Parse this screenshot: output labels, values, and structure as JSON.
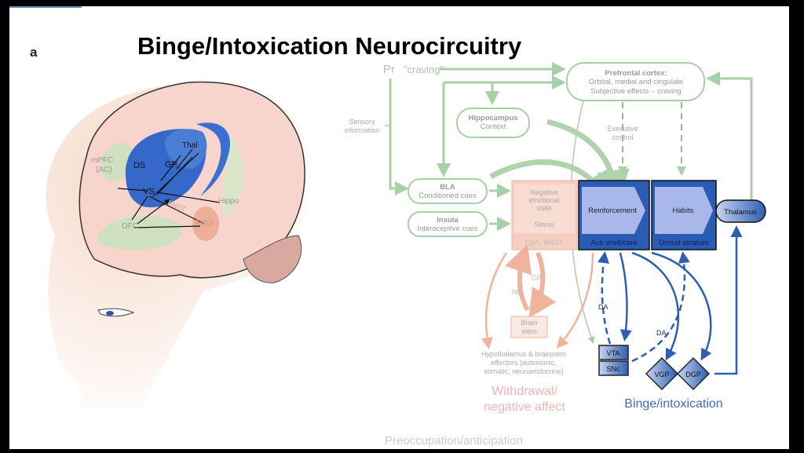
{
  "slide": {
    "title": "Binge/Intoxication  Neurocircuitry",
    "panel_letter": "a",
    "bottom_cutoff_text": "Preoccupation/anticipation",
    "behind_title_text": "Pr",
    "craving_label": "\"craving\""
  },
  "brain": {
    "labels": {
      "mpfc": "mPFC",
      "ac": "(AC)",
      "ds": "DS",
      "gp": "GP",
      "thal": "Thal",
      "vs": "VS",
      "hippo": "Hippo",
      "ofc": "OFC",
      "amg": "AMG",
      "bnst": "BNST"
    }
  },
  "circuit": {
    "pfc": {
      "title": "Prefrontal cortex:",
      "line2": "Orbital, medial and cingulate",
      "line3": "Subjective effects – craving"
    },
    "hippocampus": {
      "title": "Hippocampus",
      "sub": "Context"
    },
    "sensory": {
      "line1": "Sensory",
      "line2": "information"
    },
    "executive": {
      "line1": "Executive",
      "line2": "control"
    },
    "bla": {
      "title": "BLA",
      "sub": "Conditioned cues"
    },
    "insula": {
      "title": "Insula",
      "sub": "Interoceptive cues"
    },
    "negative": {
      "line1": "Negative",
      "line2": "emotional",
      "line3": "state",
      "stress": "Stress",
      "region": "CeA, BNST"
    },
    "reinforcement": {
      "label": "Reinforcement",
      "region": "Acb shell/core"
    },
    "habits": {
      "label": "Habits",
      "region": "Dorsal striatum"
    },
    "thalamus": "Thalamus",
    "crf": "CRF",
    "ne": "NE",
    "brainstem": {
      "line1": "Brain",
      "line2": "stem"
    },
    "hypothalamus": {
      "line1": "Hypothalamus & brainstem",
      "line2": "effectors (autonomic,",
      "line3": "somatic, neuroendocrine)"
    },
    "withdrawal": {
      "line1": "Withdrawal/",
      "line2": "negative affect"
    },
    "vta": "VTA",
    "snc": "SNc",
    "da1": "DA",
    "da2": "DA",
    "vgp": "VGP",
    "dgp": "DGP",
    "binge": "Binge/intoxication"
  },
  "colors": {
    "green": "#9cc79a",
    "pink": "#f2b8a8",
    "blue": "#2f5fb0",
    "darkblue": "#1d3f8a",
    "brain": "#f7d5cc"
  }
}
